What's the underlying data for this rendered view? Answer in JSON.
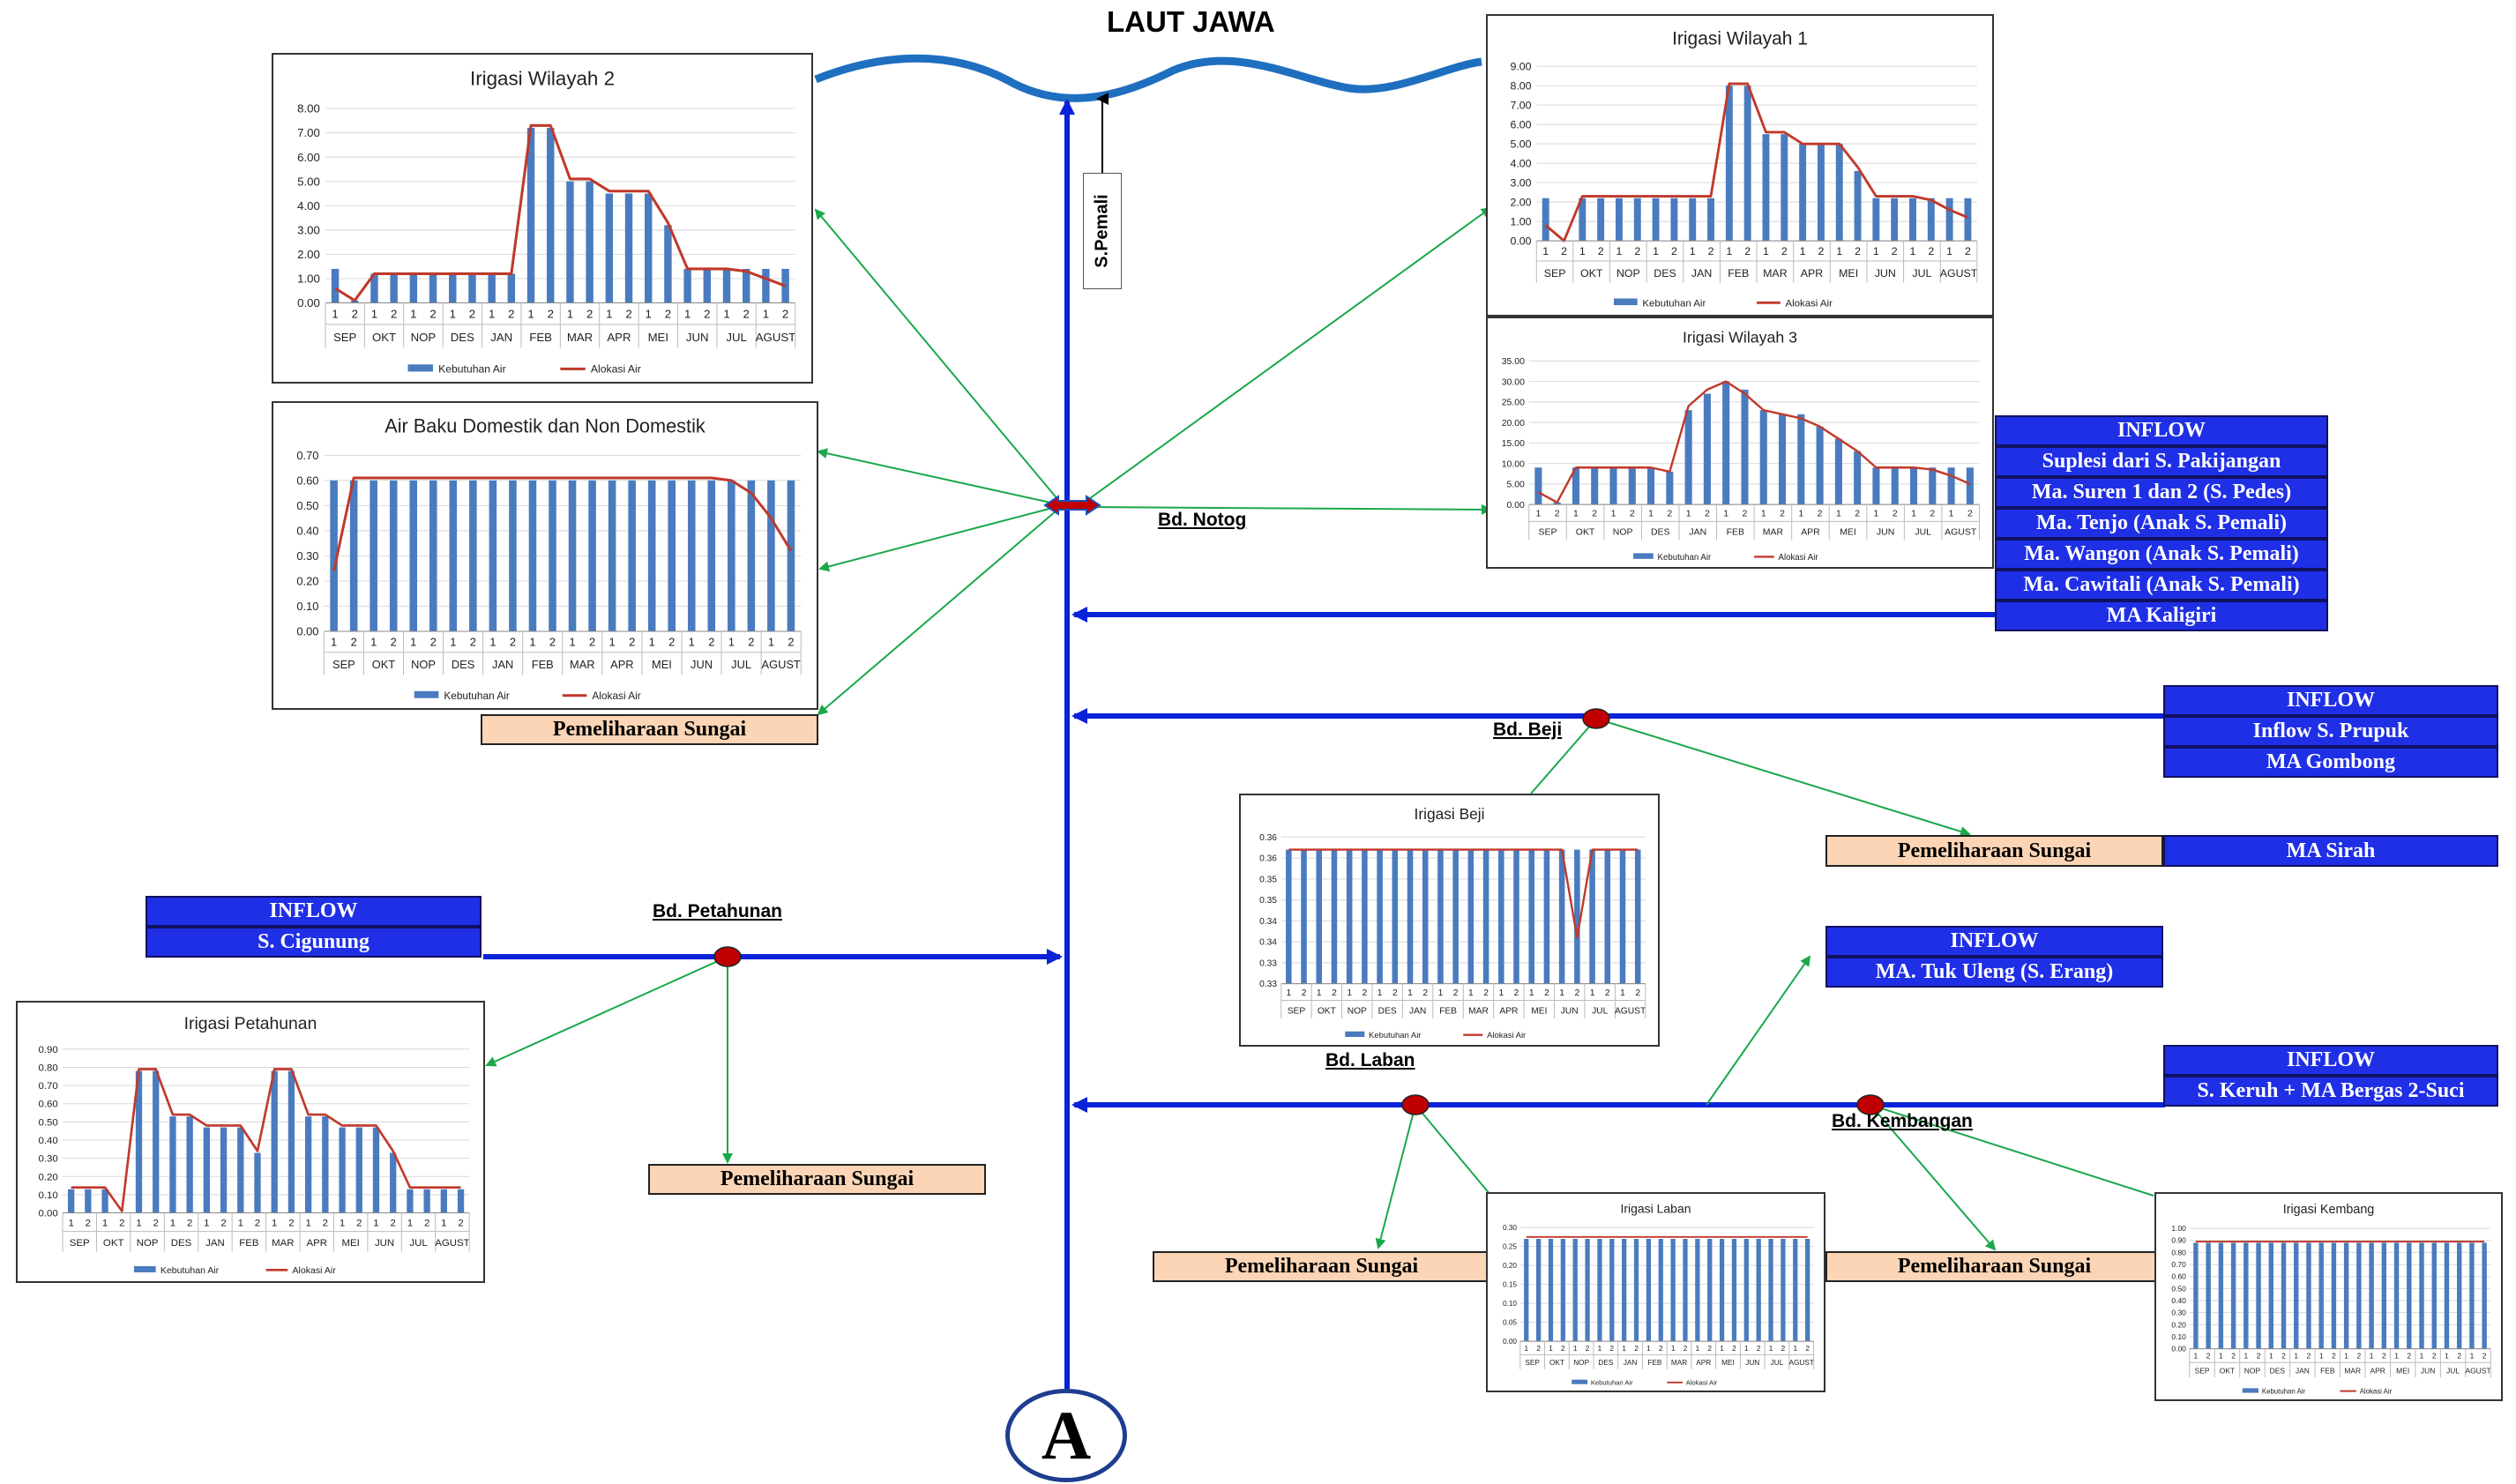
{
  "title": "LAUT JAWA",
  "river_label": "S.Pemali",
  "center_symbol": "A",
  "colors": {
    "river": "#0a22d8",
    "sea": "#1f6fc0",
    "link": "#1aa84b",
    "node": "#c00000",
    "bar": "#4a7bbf",
    "line": "#c0392b",
    "inflow_box": "#1f2fe6",
    "maintenance_box": "#fbd5b5"
  },
  "nodes": {
    "notog": "Bd. Notog",
    "beji": "Bd. Beji",
    "petahunan": "Bd. Petahunan",
    "laban": "Bd. Laban",
    "kembangan": "Bd. Kembangan"
  },
  "inflows": {
    "notog": [
      "INFLOW",
      "Suplesi dari S. Pakijangan",
      "Ma. Suren 1 dan 2 (S. Pedes)",
      "Ma. Tenjo (Anak S. Pemali)",
      "Ma. Wangon (Anak S. Pemali)",
      "Ma. Cawitali (Anak S. Pemali)",
      "MA Kaligiri"
    ],
    "beji": [
      "INFLOW",
      "Inflow S. Prupuk",
      "MA Gombong"
    ],
    "sirah": "MA Sirah",
    "petahunan": [
      "INFLOW",
      "S. Cigunung"
    ],
    "tuk_uleng": [
      "INFLOW",
      "MA. Tuk Uleng (S. Erang)"
    ],
    "keruh": [
      "INFLOW",
      "S. Keruh + MA Bergas 2-Suci"
    ]
  },
  "maintenance": "Pemeliharaan Sungai",
  "legend": {
    "need": "Kebutuhan Air",
    "alloc": "Alokasi Air"
  },
  "months": [
    "SEP",
    "OKT",
    "NOP",
    "DES",
    "JAN",
    "FEB",
    "MAR",
    "APR",
    "MEI",
    "JUN",
    "JUL",
    "AGUST"
  ],
  "chart_data": [
    {
      "id": "wil2",
      "type": "bar",
      "title": "Irigasi Wilayah 2",
      "yticks": [
        "0.00",
        "1.00",
        "2.00",
        "3.00",
        "4.00",
        "5.00",
        "6.00",
        "7.00",
        "8.00"
      ],
      "ylim": [
        0,
        8
      ],
      "series": [
        {
          "name": "Kebutuhan Air",
          "values": [
            1.4,
            0.1,
            1.2,
            1.2,
            1.2,
            1.2,
            1.2,
            1.2,
            1.2,
            1.2,
            7.2,
            7.2,
            5.0,
            5.0,
            4.5,
            4.5,
            4.5,
            3.2,
            1.4,
            1.4,
            1.4,
            1.4,
            1.4,
            1.4
          ]
        },
        {
          "name": "Alokasi Air",
          "values": [
            0.6,
            0.1,
            1.2,
            1.2,
            1.2,
            1.2,
            1.2,
            1.2,
            1.2,
            1.2,
            7.3,
            7.3,
            5.1,
            5.1,
            4.6,
            4.6,
            4.6,
            3.3,
            1.4,
            1.4,
            1.4,
            1.3,
            1.0,
            0.7
          ]
        }
      ]
    },
    {
      "id": "domestik",
      "type": "bar",
      "title": "Air Baku Domestik dan Non Domestik",
      "yticks": [
        "0.00",
        "0.10",
        "0.20",
        "0.30",
        "0.40",
        "0.50",
        "0.60",
        "0.70"
      ],
      "ylim": [
        0,
        0.7
      ],
      "series": [
        {
          "name": "Kebutuhan Air",
          "values": [
            0.6,
            0.6,
            0.6,
            0.6,
            0.6,
            0.6,
            0.6,
            0.6,
            0.6,
            0.6,
            0.6,
            0.6,
            0.6,
            0.6,
            0.6,
            0.6,
            0.6,
            0.6,
            0.6,
            0.6,
            0.6,
            0.6,
            0.6,
            0.6
          ]
        },
        {
          "name": "Alokasi Air",
          "values": [
            0.24,
            0.61,
            0.61,
            0.61,
            0.61,
            0.61,
            0.61,
            0.61,
            0.61,
            0.61,
            0.61,
            0.61,
            0.61,
            0.61,
            0.61,
            0.61,
            0.61,
            0.61,
            0.61,
            0.61,
            0.6,
            0.55,
            0.45,
            0.32
          ]
        }
      ]
    },
    {
      "id": "wil1",
      "type": "bar",
      "title": "Irigasi Wilayah 1",
      "yticks": [
        "0.00",
        "1.00",
        "2.00",
        "3.00",
        "4.00",
        "5.00",
        "6.00",
        "7.00",
        "8.00",
        "9.00"
      ],
      "ylim": [
        0,
        9
      ],
      "series": [
        {
          "name": "Kebutuhan Air",
          "values": [
            2.2,
            0.0,
            2.2,
            2.2,
            2.2,
            2.2,
            2.2,
            2.2,
            2.2,
            2.2,
            8.0,
            8.0,
            5.5,
            5.5,
            5.0,
            5.0,
            5.0,
            3.6,
            2.2,
            2.2,
            2.2,
            2.2,
            2.2,
            2.2
          ]
        },
        {
          "name": "Alokasi Air",
          "values": [
            0.8,
            0.0,
            2.3,
            2.3,
            2.3,
            2.3,
            2.3,
            2.3,
            2.3,
            2.3,
            8.1,
            8.1,
            5.6,
            5.6,
            5.0,
            5.0,
            5.0,
            3.8,
            2.3,
            2.3,
            2.3,
            2.1,
            1.6,
            1.2
          ]
        }
      ]
    },
    {
      "id": "wil3",
      "type": "bar",
      "title": "Irigasi Wilayah 3",
      "yticks": [
        "0.00",
        "5.00",
        "10.00",
        "15.00",
        "20.00",
        "25.00",
        "30.00",
        "35.00"
      ],
      "ylim": [
        0,
        35
      ],
      "series": [
        {
          "name": "Kebutuhan Air",
          "values": [
            9,
            0.5,
            9,
            9,
            9,
            9,
            9,
            8,
            23,
            27,
            30,
            28,
            23,
            22,
            22,
            19,
            16,
            13,
            9,
            9,
            9,
            9,
            9,
            9
          ]
        },
        {
          "name": "Alokasi Air",
          "values": [
            3,
            0.5,
            9,
            9,
            9,
            9,
            9,
            8,
            24,
            28,
            30,
            27,
            23,
            22,
            21,
            19,
            16,
            13,
            9,
            9,
            9,
            8.5,
            7,
            5
          ]
        }
      ]
    },
    {
      "id": "beji",
      "type": "bar",
      "title": "Irigasi Beji",
      "yticks": [
        "0.33",
        "0.33",
        "0.34",
        "0.34",
        "0.35",
        "0.35",
        "0.36",
        "0.36"
      ],
      "ylim": [
        0.33,
        0.365
      ],
      "series": [
        {
          "name": "Kebutuhan Air",
          "values": [
            0.362,
            0.362,
            0.362,
            0.362,
            0.362,
            0.362,
            0.362,
            0.362,
            0.362,
            0.362,
            0.362,
            0.362,
            0.362,
            0.362,
            0.362,
            0.362,
            0.362,
            0.362,
            0.362,
            0.362,
            0.362,
            0.362,
            0.362,
            0.362
          ]
        },
        {
          "name": "Alokasi Air",
          "values": [
            0.362,
            0.362,
            0.362,
            0.362,
            0.362,
            0.362,
            0.362,
            0.362,
            0.362,
            0.362,
            0.362,
            0.362,
            0.362,
            0.362,
            0.362,
            0.362,
            0.362,
            0.362,
            0.362,
            0.341,
            0.362,
            0.362,
            0.362,
            0.362
          ]
        }
      ]
    },
    {
      "id": "petahunan",
      "type": "bar",
      "title": "Irigasi Petahunan",
      "yticks": [
        "0.00",
        "0.10",
        "0.20",
        "0.30",
        "0.40",
        "0.50",
        "0.60",
        "0.70",
        "0.80",
        "0.90"
      ],
      "ylim": [
        0,
        0.9
      ],
      "series": [
        {
          "name": "Kebutuhan Air",
          "values": [
            0.13,
            0.13,
            0.13,
            0.0,
            0.78,
            0.78,
            0.53,
            0.53,
            0.47,
            0.47,
            0.47,
            0.33,
            0.78,
            0.78,
            0.53,
            0.53,
            0.47,
            0.47,
            0.47,
            0.33,
            0.13,
            0.13,
            0.13,
            0.13
          ]
        },
        {
          "name": "Alokasi Air",
          "values": [
            0.14,
            0.14,
            0.14,
            0.01,
            0.79,
            0.79,
            0.54,
            0.54,
            0.48,
            0.48,
            0.48,
            0.34,
            0.79,
            0.79,
            0.54,
            0.54,
            0.48,
            0.48,
            0.48,
            0.34,
            0.14,
            0.14,
            0.14,
            0.14
          ]
        }
      ]
    },
    {
      "id": "laban",
      "type": "bar",
      "title": "Irigasi Laban",
      "yticks": [
        "0.00",
        "0.05",
        "0.10",
        "0.15",
        "0.20",
        "0.25",
        "0.30"
      ],
      "ylim": [
        0,
        0.3
      ],
      "series": [
        {
          "name": "Kebutuhan Air",
          "values": [
            0.27,
            0.27,
            0.27,
            0.27,
            0.27,
            0.27,
            0.27,
            0.27,
            0.27,
            0.27,
            0.27,
            0.27,
            0.27,
            0.27,
            0.27,
            0.27,
            0.27,
            0.27,
            0.27,
            0.27,
            0.27,
            0.27,
            0.27,
            0.27
          ]
        },
        {
          "name": "Alokasi Air",
          "values": [
            0.275,
            0.275,
            0.275,
            0.275,
            0.275,
            0.275,
            0.275,
            0.275,
            0.275,
            0.275,
            0.275,
            0.275,
            0.275,
            0.275,
            0.275,
            0.275,
            0.275,
            0.275,
            0.275,
            0.275,
            0.275,
            0.275,
            0.275,
            0.275
          ]
        }
      ]
    },
    {
      "id": "kembang",
      "type": "bar",
      "title": "Irigasi Kembang",
      "yticks": [
        "0.00",
        "0.10",
        "0.20",
        "0.30",
        "0.40",
        "0.50",
        "0.60",
        "0.70",
        "0.80",
        "0.90",
        "1.00"
      ],
      "ylim": [
        0,
        1
      ],
      "series": [
        {
          "name": "Kebutuhan Air",
          "values": [
            0.88,
            0.88,
            0.88,
            0.88,
            0.88,
            0.88,
            0.88,
            0.88,
            0.88,
            0.88,
            0.88,
            0.88,
            0.88,
            0.88,
            0.88,
            0.88,
            0.88,
            0.88,
            0.88,
            0.88,
            0.88,
            0.88,
            0.88,
            0.88
          ]
        },
        {
          "name": "Alokasi Air",
          "values": [
            0.89,
            0.89,
            0.89,
            0.89,
            0.89,
            0.89,
            0.89,
            0.89,
            0.89,
            0.89,
            0.89,
            0.89,
            0.89,
            0.89,
            0.89,
            0.89,
            0.89,
            0.89,
            0.89,
            0.89,
            0.89,
            0.89,
            0.89,
            0.89
          ]
        }
      ]
    }
  ]
}
